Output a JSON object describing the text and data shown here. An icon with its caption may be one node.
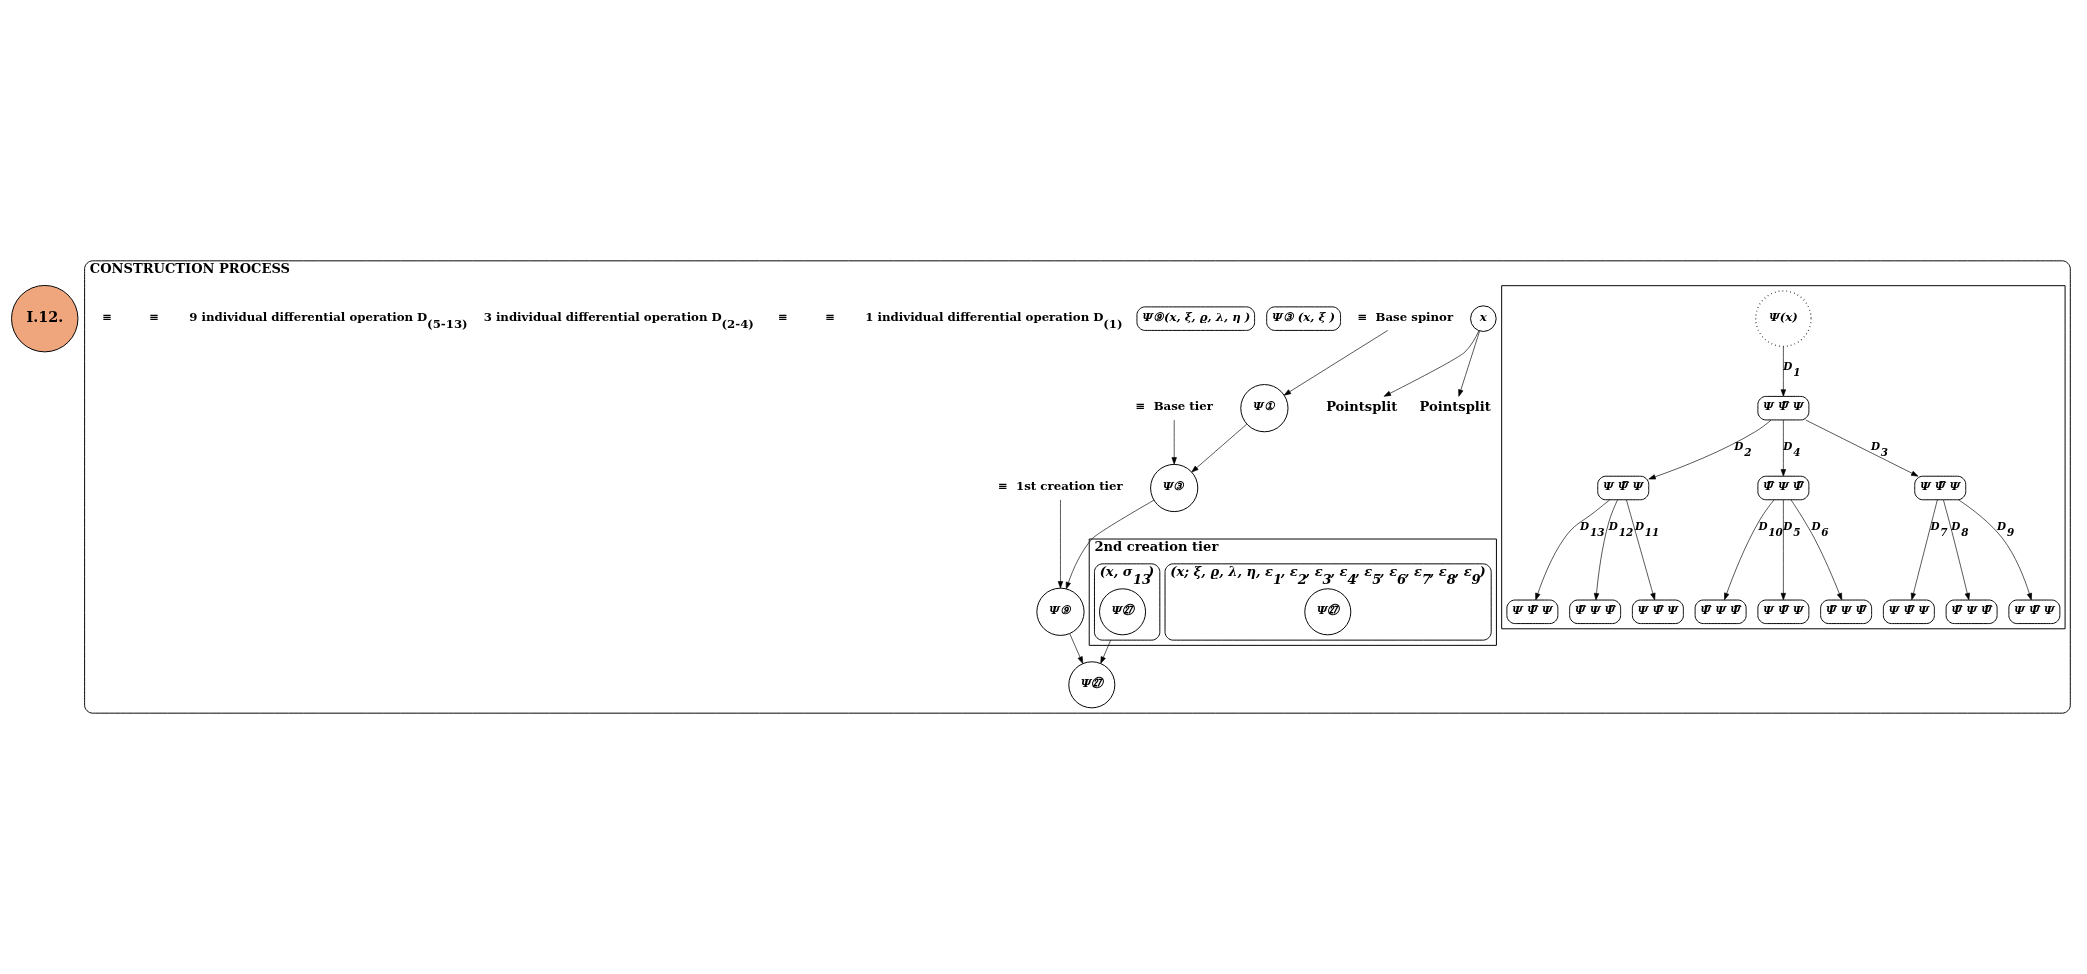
{
  "diagram": {
    "nodes": [
      {
        "text": [
          "I.12."
        ]
      },
      {
        "text": [
          "CONSTRUCTION PROCESS"
        ]
      },
      {
        "text": [
          "x"
        ],
        "in": 1
      },
      {
        "text": [
          "Pointsplit"
        ],
        "in": 1
      },
      {
        "text": [
          "Pointsplit"
        ],
        "in": 1
      },
      {
        "text": [],
        "shape": "box",
        "in": 1
      },
      {
        "text": [
          "Ψ(x)"
        ],
        "in": 5
      },
      {
        "text": [
          "Ψ Ψ̅ Ψ"
        ],
        "in": 5
      },
      {
        "text": [
          "Ψ Ψ̅ Ψ"
        ],
        "in": 5
      },
      {
        "text": [
          "Ψ̅ Ψ Ψ̅"
        ],
        "in": 5
      },
      {
        "text": [
          "Ψ Ψ̅ Ψ"
        ],
        "in": 5
      },
      {
        "text": [
          "Ψ Ψ̅ Ψ"
        ],
        "in": 5
      },
      {
        "text": [
          "Ψ̅ Ψ Ψ̅"
        ],
        "in": 5
      },
      {
        "text": [
          "Ψ Ψ̅ Ψ"
        ],
        "in": 5
      },
      {
        "text": [
          "Ψ̅ Ψ Ψ̅"
        ],
        "in": 5
      },
      {
        "text": [
          "Ψ Ψ̅ Ψ"
        ],
        "in": 5
      },
      {
        "text": [
          "Ψ̅ Ψ Ψ̅"
        ],
        "in": 5
      },
      {
        "text": [
          "Ψ Ψ̅ Ψ"
        ],
        "in": 5
      },
      {
        "text": [
          "Ψ̅ Ψ Ψ̅"
        ],
        "in": 5
      },
      {
        "text": [
          "Ψ Ψ̅ Ψ"
        ],
        "in": 5
      },
      {
        "text": [
          "2nd creation tier"
        ],
        "in": 1
      },
      {
        "text": [
          "(x; ξ, ϱ, λ, η, ε$_{1}$, ε$_{2}$, ε$_{3}$, ε$_{4}$, ε$_{5}$, ε$_{6}$, ε$_{7}$, ε$_{8}$, ε$_{9}$)"
        ],
        "in": 20
      },
      {
        "text": [
          "Ψ㉗"
        ],
        "in": 21
      },
      {
        "text": [
          "(x, σ$_{13}$)"
        ],
        "in": 20
      },
      {
        "text": [
          "Ψ㉗"
        ],
        "in": 23
      },
      {
        "text": [
          "Ψ①"
        ],
        "in": 1
      },
      {
        "text": [
          "Ψ③"
        ],
        "in": 1
      },
      {
        "text": [
          "Ψ⑨"
        ],
        "in": 1
      },
      {
        "text": [
          "Ψ㉗"
        ],
        "in": 1
      },
      {
        "text": [
          "≡  Base spinor"
        ],
        "in": 1
      },
      {
        "text": [
          "Ψ③ (x, ξ )"
        ],
        "in": 1
      },
      {
        "text": [
          "≡  Base tier"
        ],
        "in": 1
      },
      {
        "text": [
          "Ψ⑨(x, ξ, ϱ, λ, η )"
        ],
        "in": 1
      },
      {
        "text": [
          "≡  1st creation tier"
        ],
        "in": 1
      }
    ],
    "edges": [
      {
        "from": 2,
        "to": 3,
        "arrow": "to"
      },
      {
        "from": 2,
        "to": 4,
        "arrow": "to"
      },
      {
        "from": 6,
        "to": 7,
        "arrow": "to",
        "label": "D$_{1}$"
      },
      {
        "from": 7,
        "to": 8,
        "arrow": "to",
        "label": "D$_{2}$"
      },
      {
        "from": 7,
        "to": 9,
        "arrow": "to",
        "label": "D$_{4}$"
      },
      {
        "from": 7,
        "to": 10,
        "arrow": "to",
        "label": "D$_{3}$"
      },
      {
        "from": 8,
        "to": 11,
        "arrow": "to",
        "label": "D$_{13}$"
      },
      {
        "from": 8,
        "to": 12,
        "arrow": "to",
        "label": "D$_{12}$"
      },
      {
        "from": 8,
        "to": 13,
        "arrow": "to",
        "label": "D$_{11}$"
      },
      {
        "from": 9,
        "to": 14,
        "arrow": "to",
        "label": "D$_{10}$"
      },
      {
        "from": 9,
        "to": 15,
        "arrow": "to",
        "label": "D$_{5}$"
      },
      {
        "from": 9,
        "to": 16,
        "arrow": "to",
        "label": "D$_{6}$"
      },
      {
        "from": 10,
        "to": 17,
        "arrow": "to",
        "label": "D$_{7}$"
      },
      {
        "from": 10,
        "to": 18,
        "arrow": "to",
        "label": "D$_{8}$"
      },
      {
        "from": 10,
        "to": 19,
        "arrow": "to",
        "label": "D$_{9}$"
      },
      {
        "from": 29,
        "to": 25,
        "arrow": "to"
      },
      {
        "from": 31,
        "to": 26,
        "arrow": "to"
      },
      {
        "from": 33,
        "to": 27,
        "arrow": "to"
      },
      {
        "from": 25,
        "to": 26,
        "arrow": "to"
      },
      {
        "from": 26,
        "to": 27,
        "arrow": "to"
      },
      {
        "from": 27,
        "to": 28,
        "arrow": "to"
      },
      {
        "from": 23,
        "to": 28,
        "arrow": "to"
      }
    ],
    "labels": [
      "1 individual differential operation D$_{(1)}$",
      "≡",
      "≡",
      "3 individual differential operation D$_{(2-4)}$",
      "9 individual differential operation D$_{(5-13)}$",
      "≡",
      "≡"
    ]
  }
}
